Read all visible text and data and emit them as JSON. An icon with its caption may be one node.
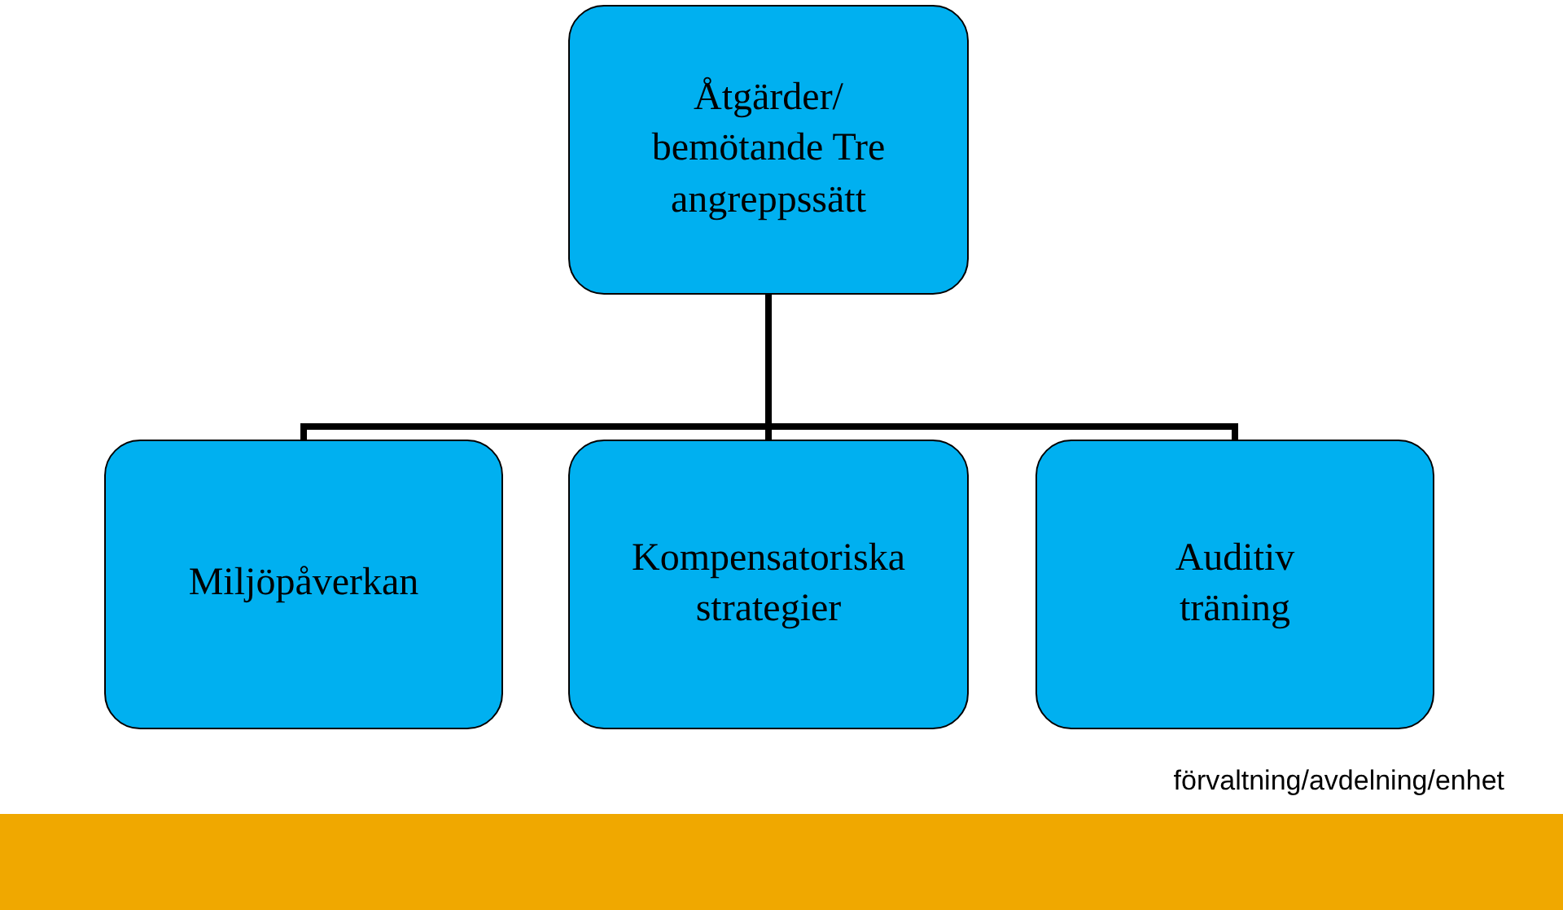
{
  "diagram": {
    "nodes": [
      {
        "text": [
          "Åtgärder/ bemötande Tre angreppssätt"
        ]
      },
      {
        "text": [
          "Miljöpåverkan"
        ]
      },
      {
        "text": [
          "Kompensatoriska strategier"
        ]
      },
      {
        "text": [
          "Auditiv träning"
        ]
      }
    ],
    "edges": [
      {
        "from": 0,
        "to": 1,
        "arrow": "none"
      },
      {
        "from": 0,
        "to": 2,
        "arrow": "none"
      },
      {
        "from": 0,
        "to": 3,
        "arrow": "none"
      }
    ],
    "labels": [
      "förvaltning/avdelning/enhet"
    ]
  }
}
